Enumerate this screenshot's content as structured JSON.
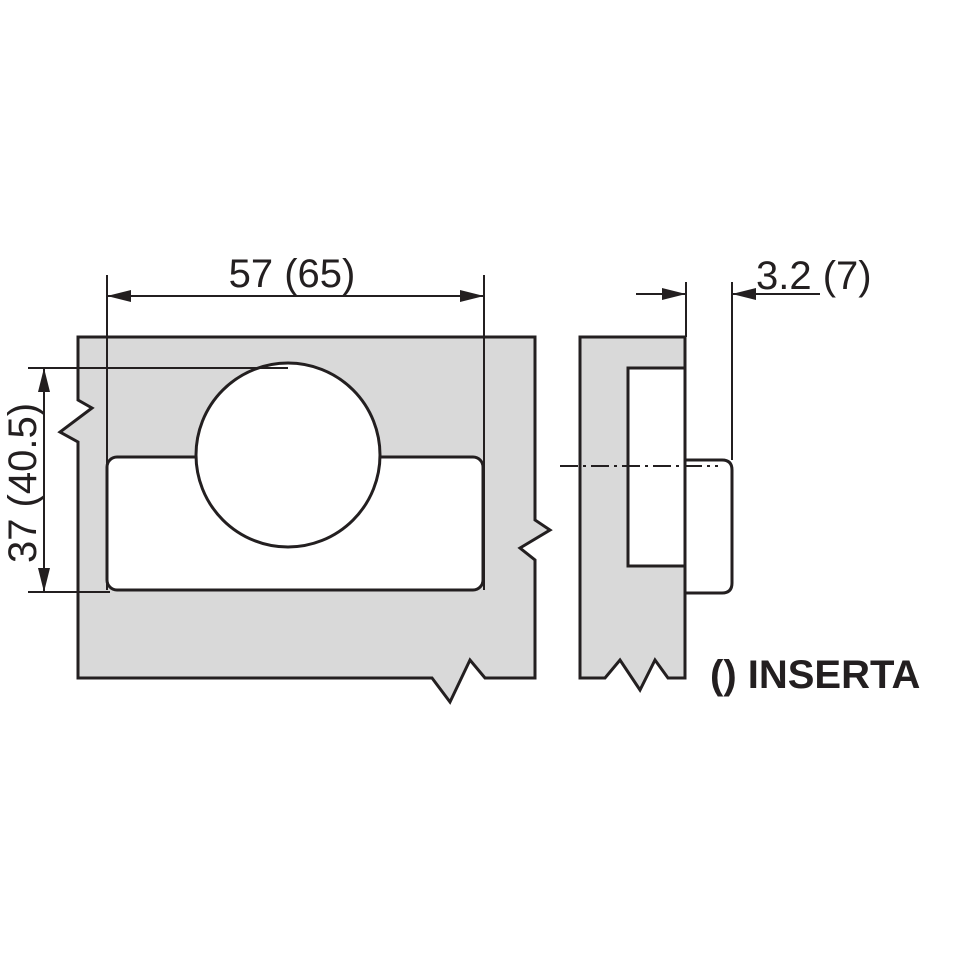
{
  "drawing": {
    "width_dimension": "57 (65)",
    "height_dimension": "37 (40.5)",
    "depth_dimension": "3.2 (7)",
    "legend": "() INSERTA",
    "colors": {
      "part_fill": "#d9d9d9",
      "line": "#231f20",
      "background": "#ffffff"
    }
  }
}
